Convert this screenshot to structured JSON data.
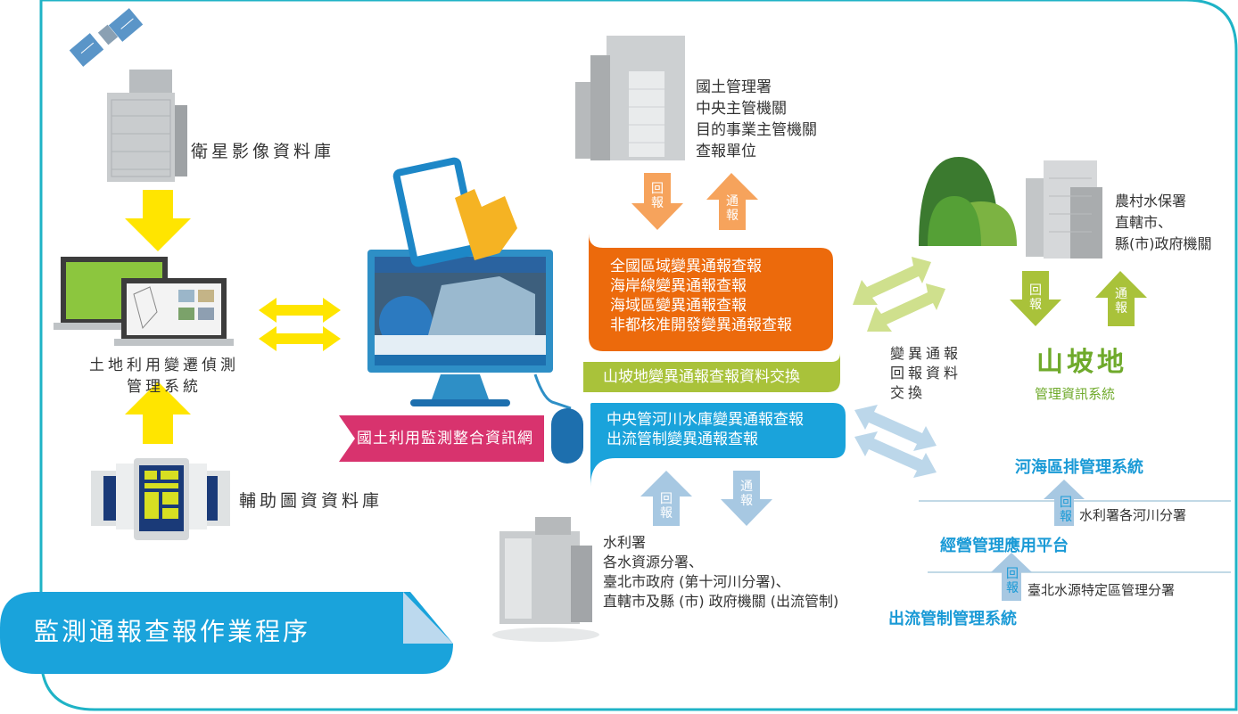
{
  "satellite_db": "衛星影像資料庫",
  "land_system": {
    "line1": "土地利用變遷偵測",
    "line2": "管理系統"
  },
  "aux_db": "輔助圖資資料庫",
  "portal_tag": "國土利用監測整合資訊網",
  "agencies_top": [
    "國土管理署",
    "中央主管機關",
    "目的事業主管機關",
    "查報單位"
  ],
  "orange_box": [
    "全國區域變異通報查報",
    "海岸線變異通報查報",
    "海域區變異通報查報",
    "非都核准開發變異通報查報"
  ],
  "green_bar": "山坡地變異通報查報資料交換",
  "blue_box": [
    "中央管河川水庫變異通報查報",
    "出流管制變異通報查報"
  ],
  "exchange_text": [
    "變異通報",
    "回報資料",
    "交換"
  ],
  "slope": {
    "agencies": [
      "農村水保署",
      "直轄市、",
      "縣(市)政府機關"
    ],
    "title": "山坡地",
    "subtitle": "管理資訊系統"
  },
  "water_agencies": [
    "水利署",
    "各水資源分署、",
    "臺北市政府 (第十河川分署)、",
    "直轄市及縣 (市) 政府機關 (出流管制)"
  ],
  "systems": {
    "river_sea": "河海區排管理系統",
    "river_branch": "水利署各河川分署",
    "ops_platform": "經營管理應用平台",
    "taipei_branch": "臺北水源特定區管理分署",
    "outflow": "出流管制管理系統"
  },
  "report_back": "回報",
  "notify": "通報",
  "banner": "監測通報查報作業程序",
  "colors": {
    "teal": "#1fb3c6",
    "orange": "#ec6a0c",
    "lime": "#a9c23a",
    "blue": "#1aa3db",
    "yellow": "#ffe500",
    "pink": "#d8336e"
  }
}
